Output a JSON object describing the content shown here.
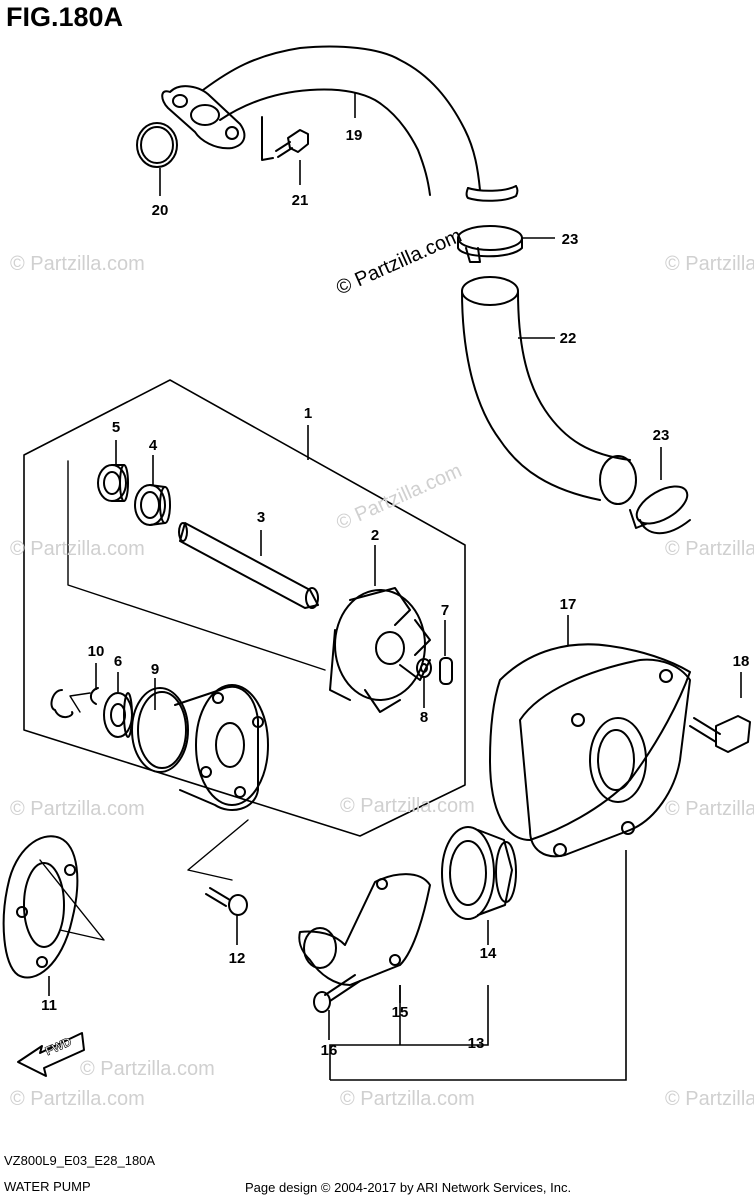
{
  "figure": {
    "title": "FIG.180A",
    "code": "VZ800L9_E03_E28_180A",
    "name": "WATER PUMP",
    "credit": "Page design © 2004-2017 by ARI Network Services, Inc."
  },
  "watermark": {
    "text": "© Partzilla.com",
    "short_text": "© Partzilla.com"
  },
  "direction_label": "FWD",
  "part_labels": {
    "p1": "1",
    "p2": "2",
    "p3": "3",
    "p4": "4",
    "p5": "5",
    "p6": "6",
    "p7": "7",
    "p8": "8",
    "p9": "9",
    "p10": "10",
    "p11": "11",
    "p12": "12",
    "p13": "13",
    "p14": "14",
    "p15": "15",
    "p16": "16",
    "p17": "17",
    "p18": "18",
    "p19": "19",
    "p20": "20",
    "p21": "21",
    "p22": "22",
    "p23a": "23",
    "p23b": "23"
  },
  "colors": {
    "line": "#000000",
    "watermark": "#d0d0d0",
    "background": "#ffffff"
  }
}
